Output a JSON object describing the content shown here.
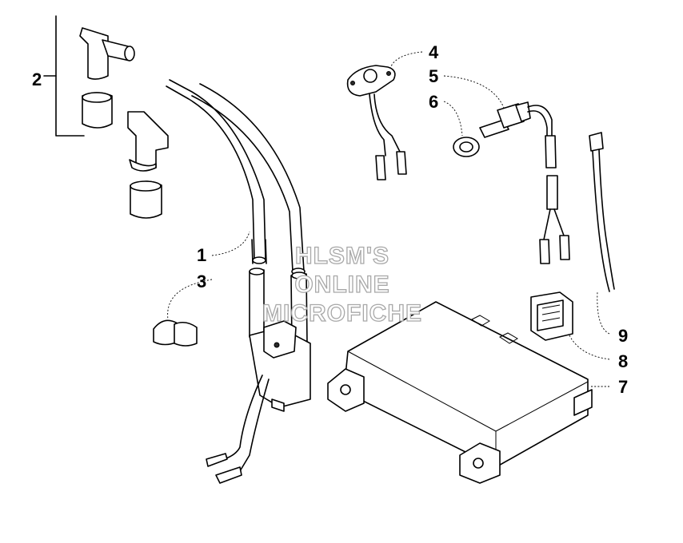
{
  "callouts": {
    "c1": "1",
    "c2": "2",
    "c3": "3",
    "c4": "4",
    "c5": "5",
    "c6": "6",
    "c7": "7",
    "c8": "8",
    "c9": "9"
  },
  "watermark": {
    "line1": "HLSM'S",
    "line2": "ONLINE",
    "line3": "MICROFICHE"
  }
}
